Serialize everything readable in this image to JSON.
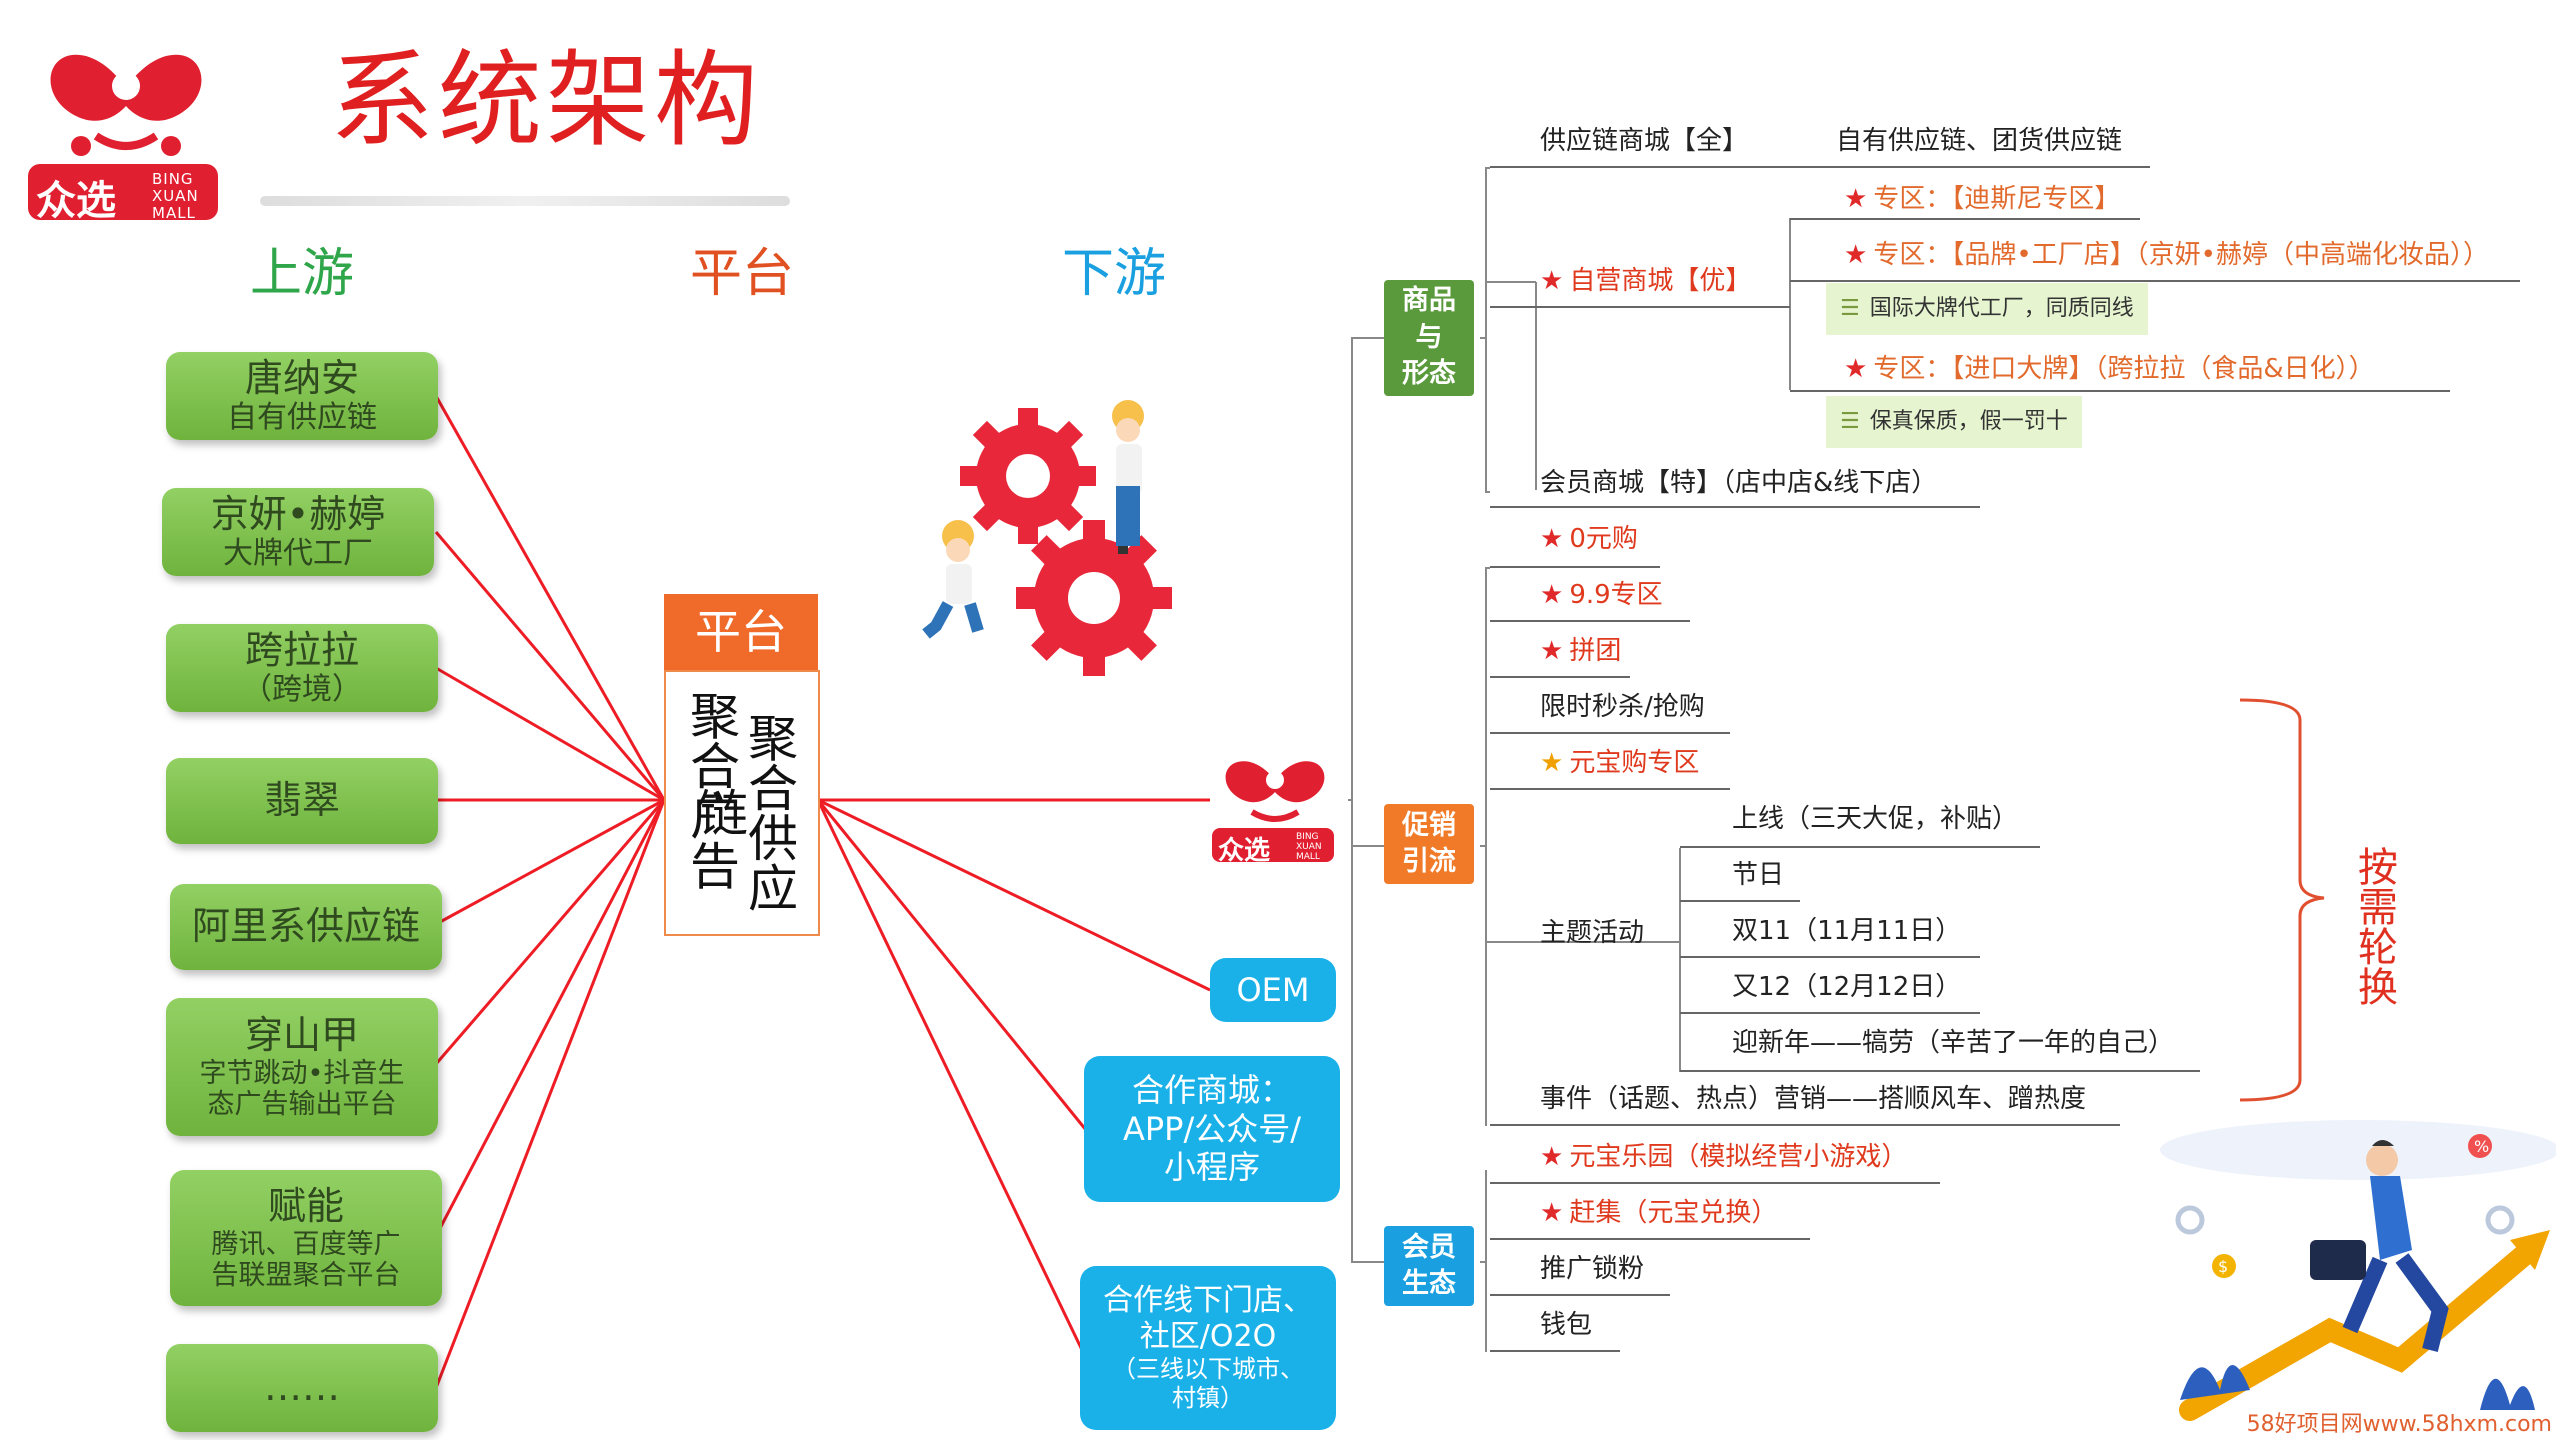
{
  "title": "系统架构",
  "logo": {
    "cn": "众选",
    "en1": "BING",
    "en2": "XUAN",
    "en3": "MALL"
  },
  "columns": {
    "upstream": "上游",
    "platform": "平台",
    "downstream": "下游"
  },
  "upstream": [
    {
      "line1": "唐纳安",
      "line2": "自有供应链"
    },
    {
      "line1": "京妍•赫婷",
      "line2": "大牌代工厂"
    },
    {
      "line1": "跨拉拉",
      "line2": "（跨境）"
    },
    {
      "line1": "翡翠",
      "line2": ""
    },
    {
      "line1": "阿里系供应链",
      "line2": ""
    },
    {
      "line1": "穿山甲",
      "line2": "字节跳动•抖音生",
      "line3": "态广告输出平台"
    },
    {
      "line1": "赋能",
      "line2": "腾讯、百度等广",
      "line3": "告联盟聚合平台"
    },
    {
      "line1": "……",
      "line2": ""
    }
  ],
  "platform": {
    "header": "平台",
    "col1": "聚合供应链",
    "col2": "聚合广告"
  },
  "downstream": {
    "oem": "OEM",
    "partner_mall": {
      "line1": "合作商城：",
      "line2": "APP/公众号/",
      "line3": "小程序"
    },
    "partner_store": {
      "line1": "合作线下门店、",
      "line2": "社区/O2O",
      "line3": "（三线以下城市、",
      "line4": "村镇）"
    }
  },
  "mindmap": {
    "categories": [
      {
        "label1": "商品",
        "label2": "与",
        "label3": "形态",
        "color": "#5b9a3c"
      },
      {
        "label1": "促销",
        "label2": "引流",
        "color": "#f07a28"
      },
      {
        "label1": "会员",
        "label2": "生态",
        "color": "#1aa0e0"
      }
    ],
    "goods": {
      "supply_mall": "供应链商城【全】",
      "supply_mall_desc": "自有供应链、团货供应链",
      "self_mall": "自营商城【优】",
      "zone1": "专区：【迪斯尼专区】",
      "zone2": "专区：【品牌•工厂店】（京妍•赫婷（中高端化妆品））",
      "note1": "国际大牌代工厂，同质同线",
      "zone3": "专区：【进口大牌】（跨拉拉（食品&日化））",
      "note2": "保真保质，假一罚十",
      "member_mall": "会员商城【特】（店中店&线下店）"
    },
    "promo": {
      "zero": "0元购",
      "nine": "9.9专区",
      "group": "拼团",
      "flash": "限时秒杀/抢购",
      "yuanbao": "元宝购专区",
      "theme": "主题活动",
      "launch": "上线（三天大促，补贴）",
      "festival": "节日",
      "d11": "双11（11月11日）",
      "d12": "又12（12月12日）",
      "newyear": "迎新年——犒劳（辛苦了一年的自己）",
      "event": "事件（话题、热点）营销——搭顺风车、蹭热度"
    },
    "member": {
      "park": "元宝乐园（模拟经营小游戏）",
      "market": "赶集（元宝兑换）",
      "promo_lock": "推广锁粉",
      "wallet": "钱包"
    },
    "rotate": "按需轮换"
  },
  "watermark": "58好项目网www.58hxm.com"
}
